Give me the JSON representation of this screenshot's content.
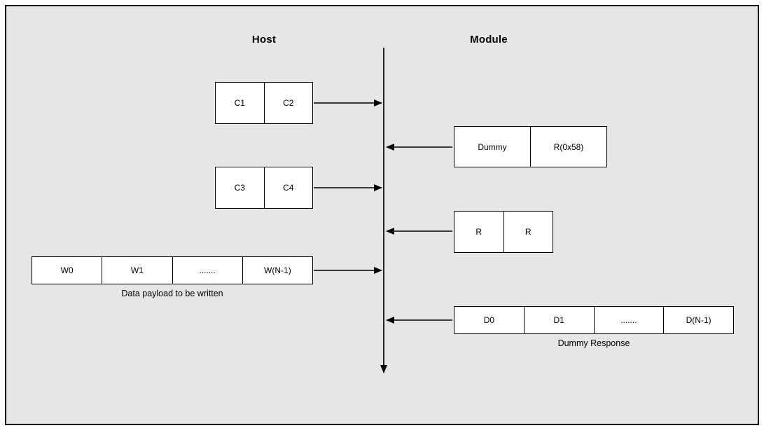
{
  "diagram": {
    "title_host": "Host",
    "title_module": "Module",
    "colors": {
      "canvas_background": "#e6e6e6",
      "page_background": "#ffffff",
      "box_fill": "#ffffff",
      "line_stroke": "#000000"
    },
    "timeline": {
      "description": "vertical bus timeline between Host and Module, arrow pointing down"
    },
    "sequence": [
      {
        "from": "host",
        "to": "module",
        "cells": [
          "C1",
          "C2"
        ]
      },
      {
        "from": "module",
        "to": "host",
        "cells": [
          "Dummy",
          "R(0x58)"
        ]
      },
      {
        "from": "host",
        "to": "module",
        "cells": [
          "C3",
          "C4"
        ]
      },
      {
        "from": "module",
        "to": "host",
        "cells": [
          "R",
          "R"
        ]
      },
      {
        "from": "host",
        "to": "module",
        "cells": [
          "W0",
          "W1",
          ".......",
          "W(N-1)"
        ],
        "caption": "Data payload to be written"
      },
      {
        "from": "module",
        "to": "host",
        "cells": [
          "D0",
          "D1",
          ".......",
          "D(N-1)"
        ],
        "caption": "Dummy Response"
      }
    ]
  }
}
